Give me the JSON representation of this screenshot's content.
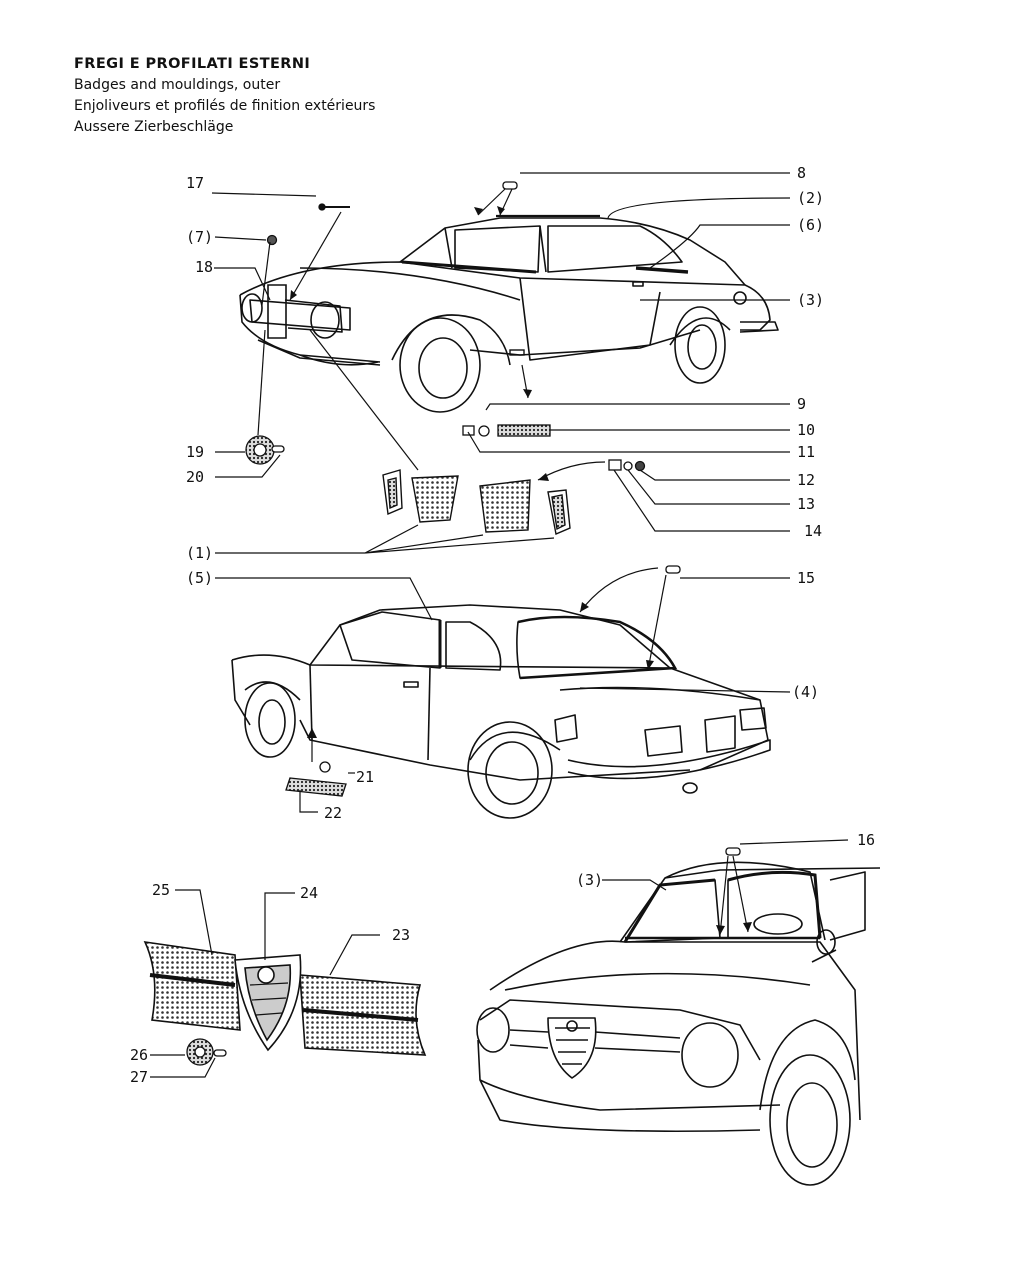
{
  "header": {
    "title_it": "FREGI E PROFILATI ESTERNI",
    "title_en": "Badges and mouldings, outer",
    "title_fr": "Enjoliveurs et profilés de finition extérieurs",
    "title_de": "Aussere Zierbeschläge"
  },
  "callouts": {
    "c8": "8",
    "c2": "(2)",
    "c6": "(6)",
    "c17": "17",
    "c7": "(7)",
    "c18": "18",
    "c3a": "(3)",
    "c9": "9",
    "c10": "10",
    "c11": "11",
    "c12": "12",
    "c13": "13",
    "c14": "14",
    "c19": "19",
    "c20": "20",
    "c1": "(1)",
    "c5": "(5)",
    "c15": "15",
    "c4": "(4)",
    "c21": "21",
    "c22": "22",
    "c16": "16",
    "c3b": "(3)",
    "c25": "25",
    "c24": "24",
    "c23": "23",
    "c26": "26",
    "c27": "27"
  }
}
